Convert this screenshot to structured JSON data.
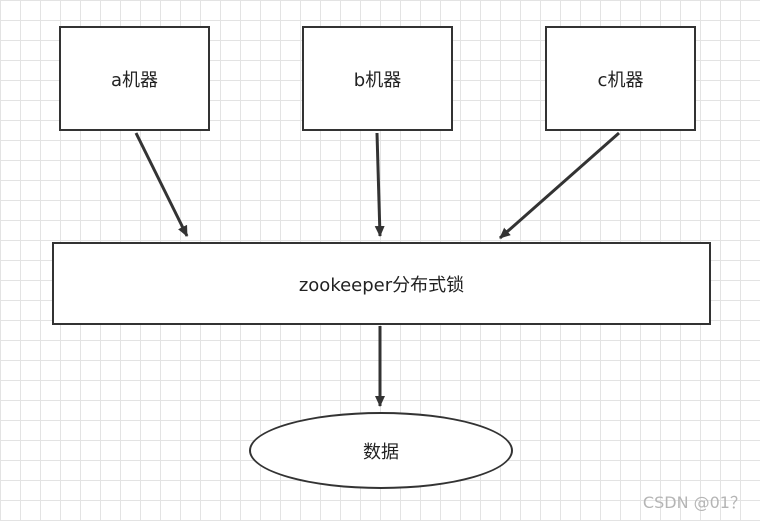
{
  "diagram": {
    "machines": [
      {
        "label": "a机器"
      },
      {
        "label": "b机器"
      },
      {
        "label": "c机器"
      }
    ],
    "lock": {
      "label": "zookeeper分布式锁"
    },
    "data_store": {
      "label": "数据"
    },
    "edges": [
      {
        "from": "a机器",
        "to": "zookeeper分布式锁"
      },
      {
        "from": "b机器",
        "to": "zookeeper分布式锁"
      },
      {
        "from": "c机器",
        "to": "zookeeper分布式锁"
      },
      {
        "from": "zookeeper分布式锁",
        "to": "数据"
      }
    ]
  },
  "watermark": "CSDN @01？",
  "colors": {
    "stroke": "#333333",
    "grid": "#e3e3e3",
    "watermark": "#b5b5b5"
  }
}
